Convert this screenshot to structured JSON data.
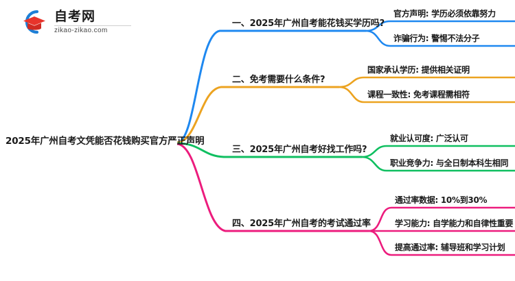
{
  "logo": {
    "name_cn": "自考网",
    "domain": "zikao-zikao.com",
    "mark_icon": "graduation-cap-icon",
    "arc_color": "#1E7FD6",
    "cap_color": "#E8342B"
  },
  "mindmap": {
    "root": {
      "label": "2025年广州自考文凭能否花钱购买官方严正声明"
    },
    "branches": [
      {
        "id": "branch-1",
        "label": "一、2025年广州自考能花钱买学历吗?",
        "color": "#1E88F0",
        "children": [
          {
            "label": "官方声明: 学历必须依靠努力"
          },
          {
            "label": "诈骗行为: 警惕不法分子"
          }
        ]
      },
      {
        "id": "branch-2",
        "label": "二、免考需要什么条件?",
        "color": "#ECA320",
        "children": [
          {
            "label": "国家承认学历: 提供相关证明"
          },
          {
            "label": "课程一致性: 免考课程需相符"
          }
        ]
      },
      {
        "id": "branch-3",
        "label": "三、2025年广州自考好找工作吗?",
        "color": "#0FBF60",
        "children": [
          {
            "label": "就业认可度: 广泛认可"
          },
          {
            "label": "职业竞争力: 与全日制本科生相同"
          }
        ]
      },
      {
        "id": "branch-4",
        "label": "四、2025年广州自考的考试通过率",
        "color": "#EC1C7D",
        "children": [
          {
            "label": "通过率数据: 10%到30%"
          },
          {
            "label": "学习能力: 自学能力和自律性重要"
          },
          {
            "label": "提高通过率: 辅导班和学习计划"
          }
        ]
      }
    ]
  }
}
